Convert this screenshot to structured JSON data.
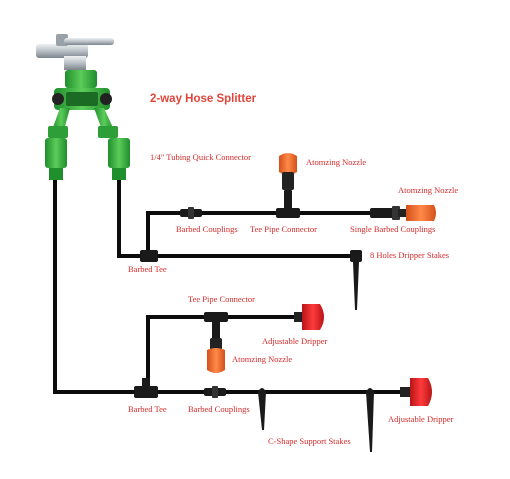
{
  "diagram": {
    "labels": {
      "splitter": "2-way Hose Splitter",
      "quick_connector": "1/4\" Tubing Quick Connector",
      "atomizing_nozzle_top": "Atomzing Nozzle",
      "atomizing_nozzle_right": "Atomzing  Nozzle",
      "barbed_couplings_top": "Barbed Couplings",
      "tee_pipe_connector_top": "Tee Pipe Connector",
      "single_barbed_couplings": "Single Barbed Couplings",
      "barbed_tee_upper": "Barbed Tee",
      "holes_dripper_stakes": "8 Holes Dripper  Stakes",
      "tee_pipe_connector_mid": "Tee Pipe Connector",
      "adjustable_dripper_mid": "Adjustable Dripper",
      "atomizing_nozzle_mid": "Atomzing  Nozzle",
      "barbed_tee_lower": "Barbed Tee",
      "barbed_couplings_bottom": "Barbed Couplings",
      "c_shape_support_stakes": "C-Shape Support Stakes",
      "adjustable_dripper_bottom": "Adjustable Dripper"
    },
    "colors": {
      "label": "#d42a2a",
      "tube": "#0c0c0c",
      "connector_green": "#3cb84a",
      "nozzle_orange": "#f26a2a",
      "dripper_red": "#e8242a",
      "faucet_silver": "#b9c0c6"
    }
  }
}
